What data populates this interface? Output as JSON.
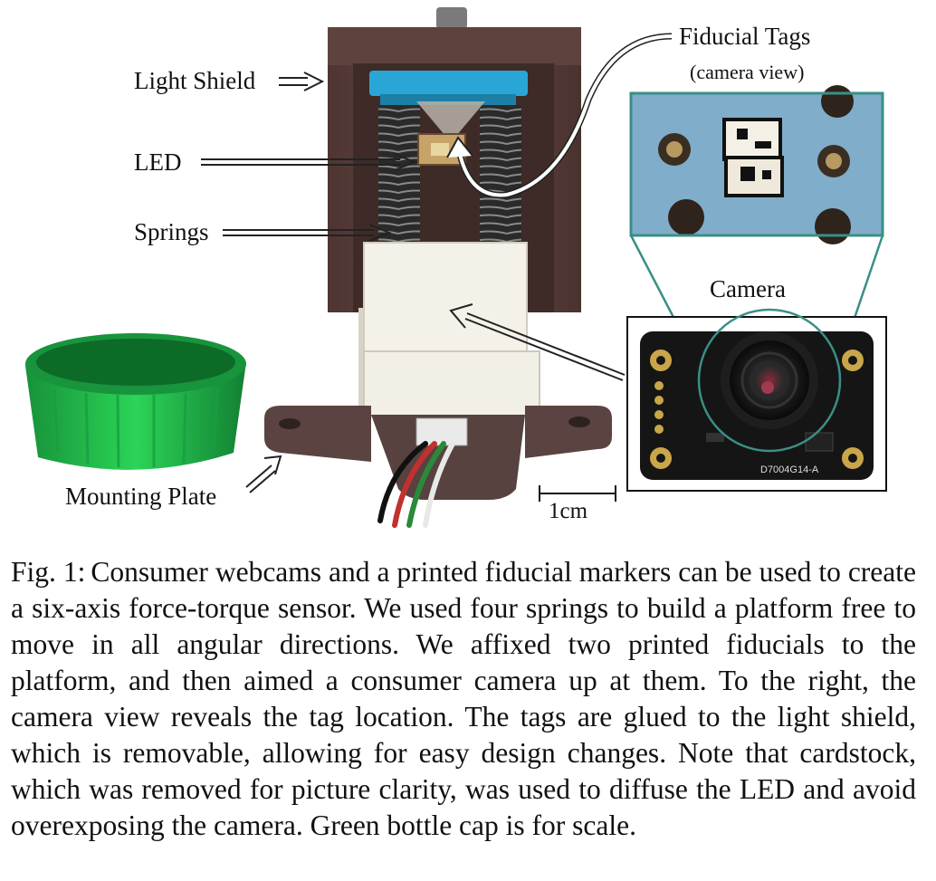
{
  "labels": {
    "light_shield": "Light Shield",
    "led": "LED",
    "springs": "Springs",
    "mounting_plate": "Mounting Plate",
    "fiducial_tags": "Fiducial Tags",
    "camera_view": "(camera view)",
    "camera": "Camera",
    "scale_bar": "1cm",
    "board_marking": "D7004G14-A"
  },
  "caption": {
    "prefix": "Fig. 1:",
    "text": "Consumer webcams and a printed fiducial markers can be used to create a six-axis force-torque sensor. We used four springs to build a platform free to move in all angular directions. We affixed two printed fiducials to the platform, and then aimed a consumer camera up at them. To the right, the camera view reveals the tag location. The tags are glued to the light shield, which is removable, allowing for easy design changes. Note that cardstock, which was removed for picture clarity, was used to diffuse the LED and avoid overexposing the camera. Green bottle cap is for scale."
  },
  "colors": {
    "shield_brown": "#5a3e3a",
    "cap_green": "#1fae3e",
    "block_white": "#f4f1e8",
    "spring_gray": "#3a3a3a",
    "camera_board": "#151515",
    "teal_outline": "#3a8f86",
    "blue_plate": "#2aa6d6"
  }
}
